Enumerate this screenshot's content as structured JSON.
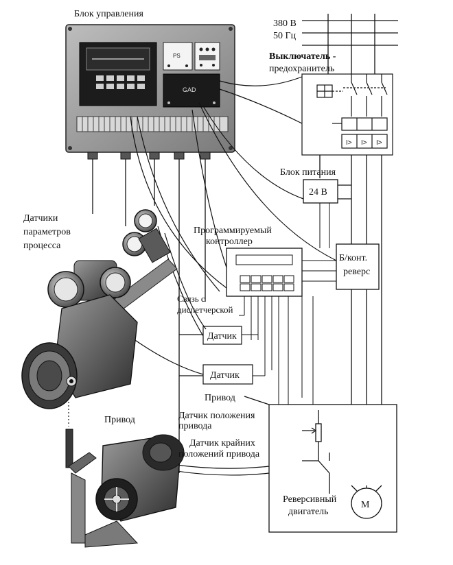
{
  "labels": {
    "control_block": "Блок управления",
    "voltage": "380 В",
    "frequency": "50 Гц",
    "breaker_line1": "Выключатель -",
    "breaker_line2": "предохранитель",
    "power_supply": "Блок питания",
    "psu_voltage": "24 В",
    "plc_line1": "Программируемый",
    "plc_line2": "контроллер",
    "reverser_line1": "Б/конт.",
    "reverser_line2": "реверс",
    "sensors_line1": "Датчики",
    "sensors_line2": "параметров",
    "sensors_line3": "процесса",
    "dispatch_line1": "Связь с",
    "dispatch_line2": "диспетчерской",
    "sensor_box1": "Датчик",
    "sensor_box2": "Датчик",
    "drive_photo": "Привод",
    "drive_schematic": "Привод",
    "position_sensor_line1": "Датчик положения",
    "position_sensor_line2": "привода",
    "limit_sensor_line1": "Датчик крайних",
    "limit_sensor_line2": "положений привода",
    "motor_line1": "Реверсивный",
    "motor_line2": "двигатель",
    "motor_symbol": "М"
  },
  "panel_text": {
    "ps_module": "PS",
    "gad_module": "GAD"
  },
  "colors": {
    "ink": "#111111",
    "panel_dark": "#1a1a1a",
    "panel_grey": "#8a8a8a",
    "device_grey": "#6e6e6e"
  }
}
